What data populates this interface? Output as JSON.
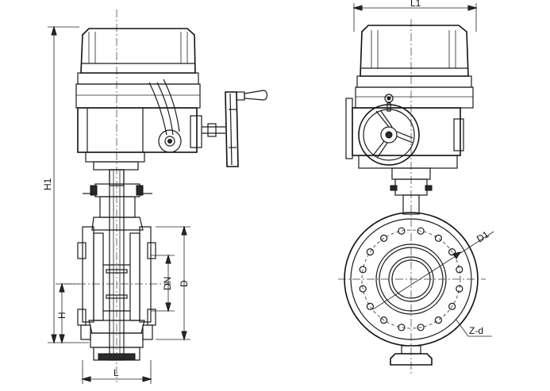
{
  "dimension_labels": {
    "h1": "H1",
    "h": "H",
    "dn": "DN",
    "d": "D",
    "l": "L",
    "l1": "L1",
    "d1": "D1",
    "z_d": "Z-d"
  },
  "colors": {
    "line": "#1a1a1a",
    "background": "#ffffff",
    "fill_dark": "#2a2a2a",
    "fill_light": "#d8d8d8"
  }
}
